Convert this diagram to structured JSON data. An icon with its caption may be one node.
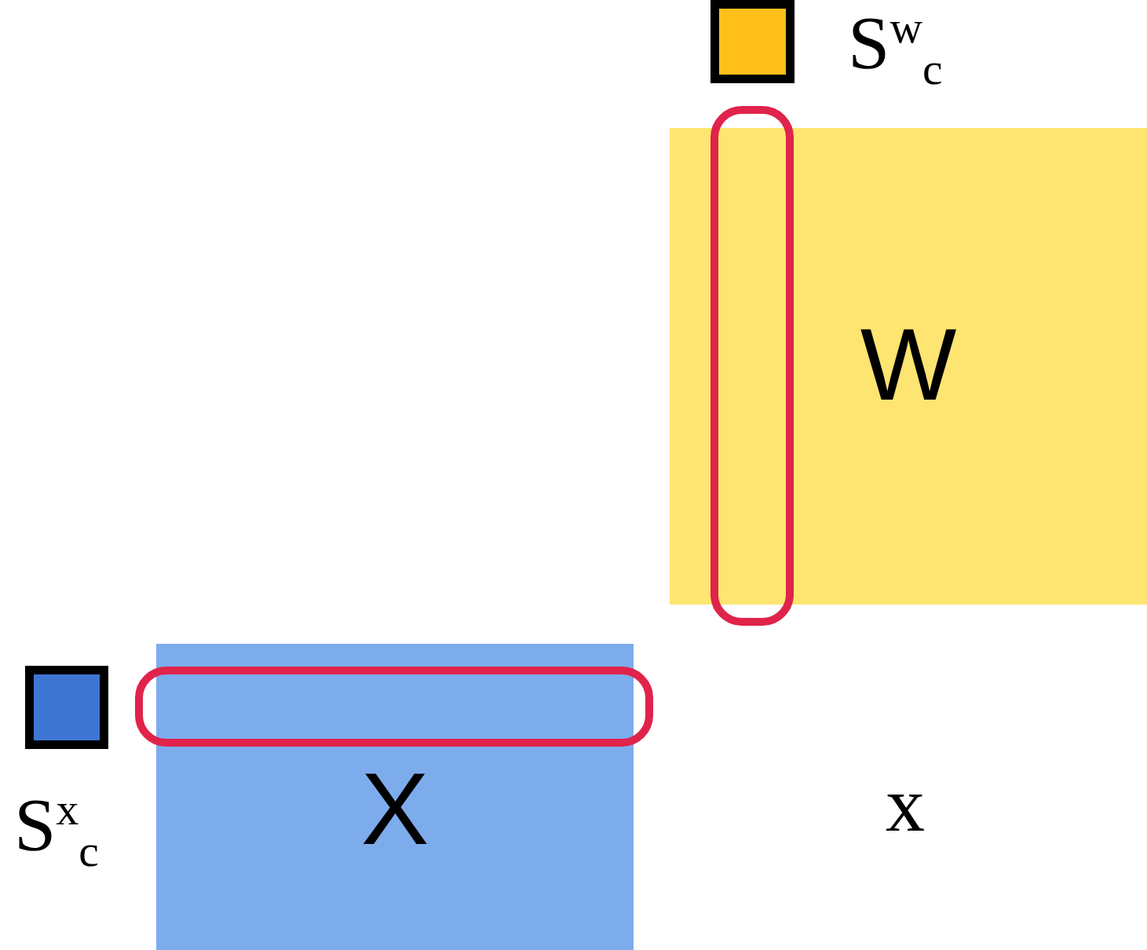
{
  "diagram": {
    "nodes": [
      {
        "text": [],
        "shape": "box",
        "beside": [
          "S$^{w}$$_{c}$"
        ]
      },
      {
        "text": [],
        "shape": "box"
      },
      {
        "text": [
          "W"
        ]
      },
      {
        "text": [],
        "shape": "box",
        "beside": [
          "S$^{x}$$_{c}$"
        ]
      },
      {
        "text": [],
        "shape": "box"
      },
      {
        "text": [
          "X"
        ]
      }
    ],
    "edges": [],
    "labels": [
      "x"
    ]
  }
}
